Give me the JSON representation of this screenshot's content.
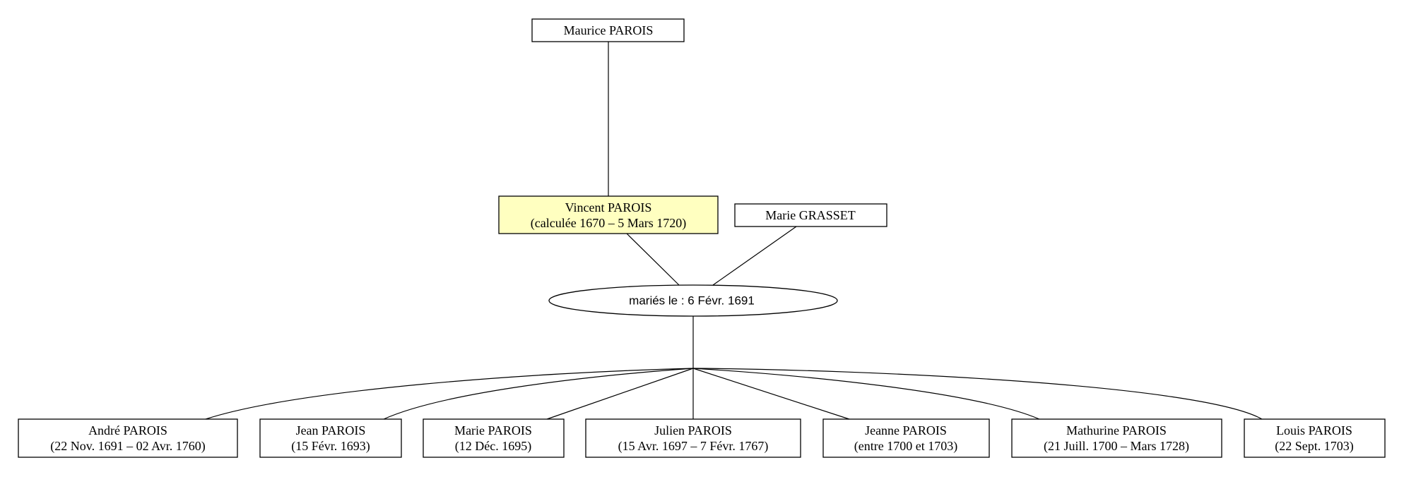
{
  "grandparent": {
    "name": "Maurice PAROIS"
  },
  "father": {
    "name": "Vincent PAROIS",
    "dates": "(calculée 1670 – 5 Mars 1720)",
    "highlight_color": "#ffffc0"
  },
  "mother": {
    "name": "Marie GRASSET"
  },
  "marriage": {
    "label": "mariés le : 6 Févr. 1691"
  },
  "children": [
    {
      "name": "André PAROIS",
      "dates": "(22 Nov. 1691 – 02 Avr. 1760)"
    },
    {
      "name": "Jean PAROIS",
      "dates": "(15 Févr. 1693)"
    },
    {
      "name": "Marie PAROIS",
      "dates": "(12 Déc. 1695)"
    },
    {
      "name": "Julien PAROIS",
      "dates": "(15 Avr. 1697 – 7 Févr. 1767)"
    },
    {
      "name": "Jeanne PAROIS",
      "dates": "(entre 1700 et 1703)"
    },
    {
      "name": "Mathurine PAROIS",
      "dates": "(21 Juill. 1700 – Mars 1728)"
    },
    {
      "name": "Louis PAROIS",
      "dates": "(22 Sept. 1703)"
    }
  ]
}
